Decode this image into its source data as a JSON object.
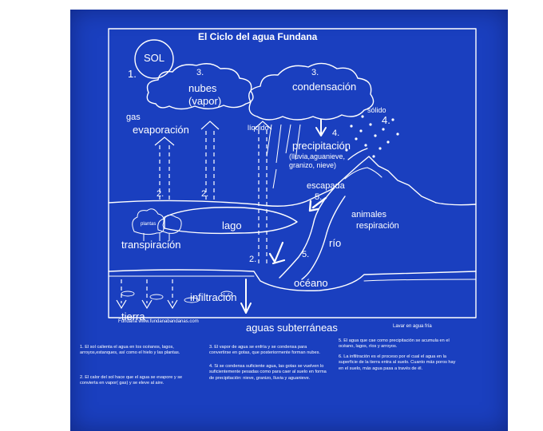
{
  "diagram": {
    "title": "El Ciclo del agua Fundana",
    "labels": {
      "sol": "SOL",
      "n1": "1.",
      "n3_nubes": "3.",
      "nubes": "nubes",
      "vapor": "(vapor)",
      "n3_cond": "3.",
      "condensacion": "condensación",
      "solido": "sólido",
      "n4": "4.",
      "gas": "gas",
      "evaporacion": "evaporación",
      "liquido": "líquido",
      "n4b": "4.",
      "precipitacion": "precipitación",
      "precip_detail1": "(lluvia,aguanieve,",
      "precip_detail2": "granizo, nieve)",
      "escapada": "escapada",
      "n5a": "5.",
      "n2a": "2.",
      "n2b": "2.",
      "plantas": "plantas",
      "lago": "lago",
      "animales": "animales",
      "respiracion": "respiración",
      "transpiracion": "transpiración",
      "n5b": "5.",
      "rio": "río",
      "n2c": "2.",
      "oceano": "océano",
      "infiltracion": "infiltración",
      "tierra": "tierra",
      "aguas": "aguas subterráneas",
      "website": "Fundana www.fundanabandanas.com",
      "lavar": "Lavar en agua fría"
    },
    "notes": [
      "1. El sol calienta el agua en los océanos, lagos, arroyos,estanques, así como el hielo y las plantas.",
      "2. El calor del sol hace que el agua se evapore y se convierta en vapor( gas) y se eleve al aire.",
      "3. El vapor de agua se enfría y se condensa para convertirse en gotas, que posteriormente forman nubes.",
      "4. Si se condensa suficiente agua, las gotas se vuelven lo suficientemente pesadas como para caer al suelo en forma de precipitación: nieve, granizo, lluvia y aguanieve.",
      "5. El agua que cae como precipitación se acumula en el océano, lagos, ríos y arroyos.",
      "6. La infiltración es el proceso por el cual el agua en la superficie de la tierra entra al suelo. Cuanto más poros hay en el suelo, más agua pasa a través de él."
    ],
    "colors": {
      "fabric": "#1a3fbf",
      "ink": "#ffffff"
    }
  }
}
